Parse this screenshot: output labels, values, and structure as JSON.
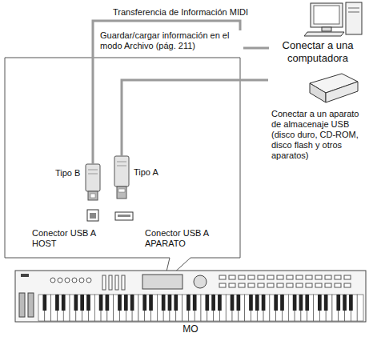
{
  "diagram": {
    "nodes": [
      {
        "text": [
          "Conector USB A HOST"
        ]
      },
      {
        "text": [
          "Conector USB A APARATO"
        ]
      },
      {
        "text": [
          "Conectar a una computadora"
        ]
      },
      {
        "text": [
          "Conectar a un aparato de almacenaje USB (disco duro, CD-ROM, disco flash y otros aparatos)"
        ]
      },
      {
        "text": [
          "MO"
        ]
      }
    ],
    "edges": [
      {
        "from": 0,
        "to": 2,
        "arrow": "none",
        "label": "Transferencia de Información MIDI"
      },
      {
        "from": 1,
        "to": 3,
        "arrow": "none",
        "label": "Guardar/cargar información en el modo Archivo (pág. 211)"
      }
    ],
    "labels": [
      "Tipo B",
      "Tipo A"
    ]
  }
}
